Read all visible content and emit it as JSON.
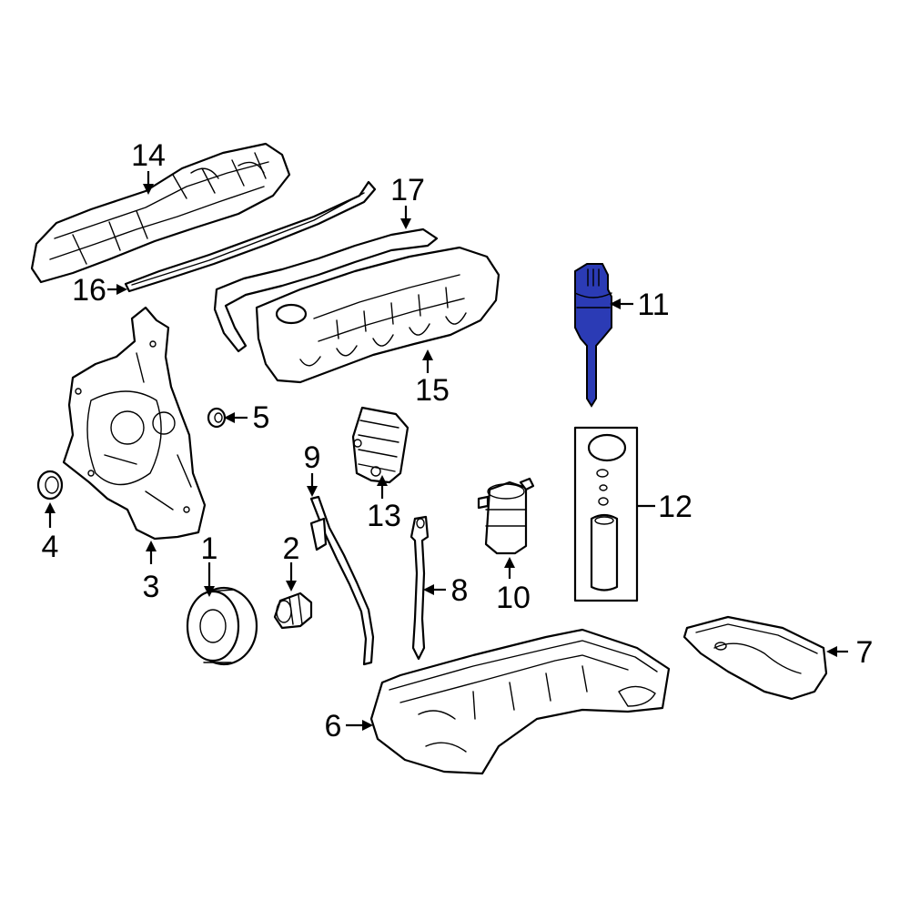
{
  "highlight_color": "#2b3bb5",
  "highlighted_part": "11",
  "callouts": {
    "c1": "1",
    "c2": "2",
    "c3": "3",
    "c4": "4",
    "c5": "5",
    "c6": "6",
    "c7": "7",
    "c8": "8",
    "c9": "9",
    "c10": "10",
    "c11": "11",
    "c12": "12",
    "c13": "13",
    "c14": "14",
    "c15": "15",
    "c16": "16",
    "c17": "17"
  }
}
